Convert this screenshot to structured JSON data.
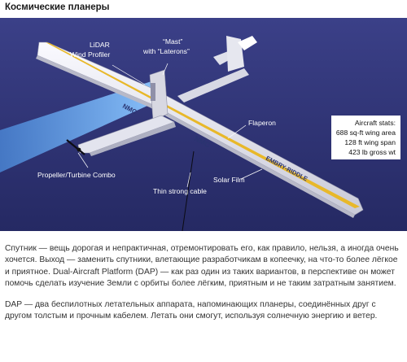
{
  "article": {
    "title": "Космические планеры",
    "paragraphs": [
      "Спутник — вещь дорогая и непрактичная, отремонтировать его, как правило, нельзя, а иногда очень хочется. Выход — заменить спутники, влетающие разработчикам в копеечку, на что-то более лёгкое и приятное. Dual-Aircraft Platform (DAP) — как раз один из таких вариантов, в перспективе он может помочь сделать изучение Земли с орбиты более лёгким, приятным и не таким затратным занятием.",
      "DAP — два беспилотных летательных аппарата, напоминающих планеры, соединённых друг с другом толстым и прочным кабелем. Летать они смогут, используя солнечную энергию и ветер."
    ]
  },
  "figure": {
    "labels": {
      "lidar_line1": "LiDAR",
      "lidar_line2": "Wind Profiler",
      "mast_line1": "“Mast”",
      "mast_line2": "with “Laterons”",
      "flaperon": "Flaperon",
      "propeller": "Propeller/Turbine Combo",
      "solar_film": "Solar Film",
      "cable": "Thin strong cable"
    },
    "stats": {
      "heading": "Aircraft stats:",
      "lines": [
        "688 sq-ft wing area",
        "128 ft wing span",
        "423 lb gross wt"
      ]
    },
    "wing_text": {
      "brand": "EMBRY-RIDDLE",
      "n1": "NMC",
      "n2": "NMC"
    },
    "colors": {
      "sky_top": "#3a3f86",
      "sky_bottom": "#272b66",
      "beam": "#6fb3ff",
      "wing": "#ececf2",
      "stripe": "#e8b82a"
    }
  }
}
